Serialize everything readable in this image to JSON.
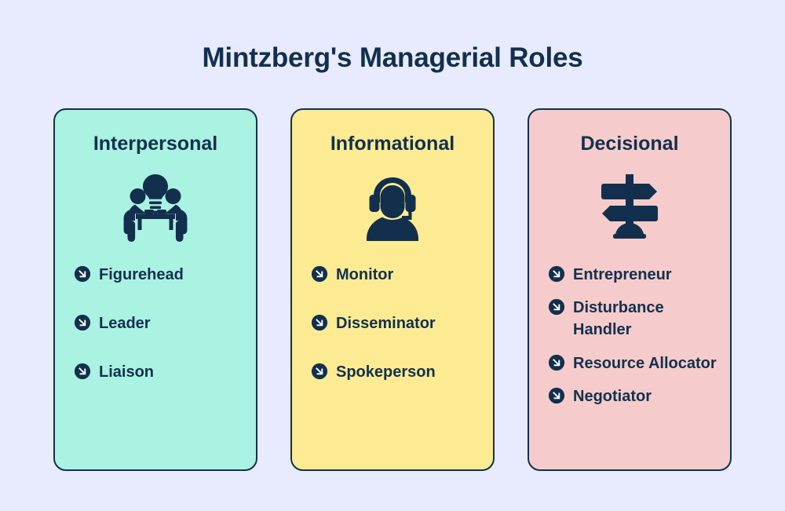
{
  "title": "Mintzberg's Managerial Roles",
  "theme": {
    "page_background": "#e8eafd",
    "border_color": "#12304d",
    "text_color": "#12304d"
  },
  "cards": [
    {
      "title": "Interpersonal",
      "background": "#aaf2e2",
      "icon": "meeting-people-lightbulb-icon",
      "roles": [
        {
          "label": "Figurehead",
          "bullet_icon": "arrow-down-right-circle-icon"
        },
        {
          "label": "Leader",
          "bullet_icon": "arrow-down-right-circle-icon"
        },
        {
          "label": "Liaison",
          "bullet_icon": "arrow-down-right-circle-icon"
        }
      ]
    },
    {
      "title": "Informational",
      "background": "#fdeb93",
      "icon": "headset-person-icon",
      "roles": [
        {
          "label": "Monitor",
          "bullet_icon": "arrow-down-right-circle-icon"
        },
        {
          "label": "Disseminator",
          "bullet_icon": "arrow-down-right-circle-icon"
        },
        {
          "label": "Spokeperson",
          "bullet_icon": "arrow-down-right-circle-icon"
        }
      ]
    },
    {
      "title": "Decisional",
      "background": "#f5cccb",
      "icon": "signpost-directions-icon",
      "roles": [
        {
          "label": "Entrepreneur",
          "bullet_icon": "arrow-down-right-circle-icon"
        },
        {
          "label": "Disturbance Handler",
          "bullet_icon": "arrow-down-right-circle-icon"
        },
        {
          "label": "Resource Allocator",
          "bullet_icon": "arrow-down-right-circle-icon"
        },
        {
          "label": "Negotiator",
          "bullet_icon": "arrow-down-right-circle-icon"
        }
      ]
    }
  ]
}
